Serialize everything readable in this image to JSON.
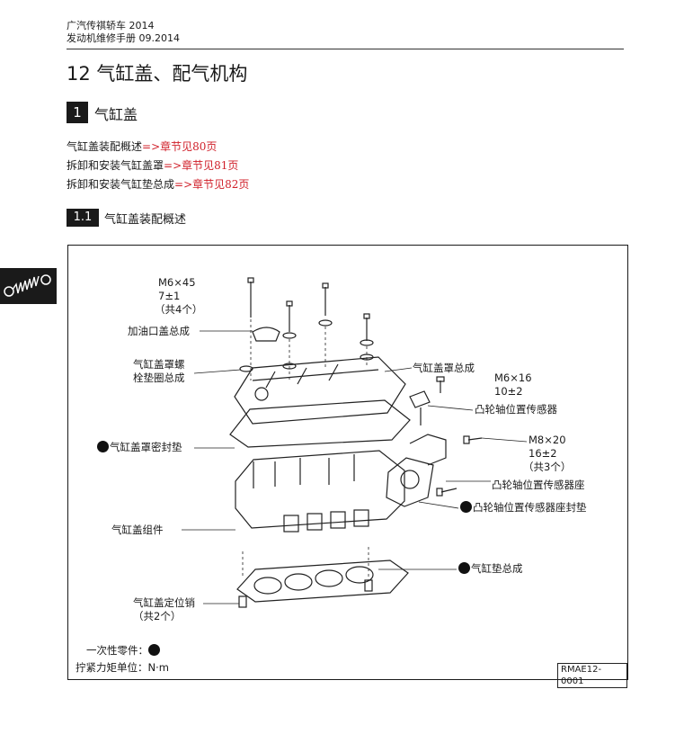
{
  "header": {
    "line1": "广汽传祺轿车 2014",
    "line2": "发动机维修手册 09.2014"
  },
  "chapter_title": "12 气缸盖、配气机构",
  "section": {
    "number": "1",
    "title": "气缸盖"
  },
  "links": [
    {
      "text": "气缸盖装配概述",
      "ref": "=>章节见80页"
    },
    {
      "text": "拆卸和安装气缸盖罩",
      "ref": "=>章节见81页"
    },
    {
      "text": "拆卸和安装气缸垫总成",
      "ref": "=>章节见82页"
    }
  ],
  "subsection": {
    "number": "1.1",
    "title": "气缸盖装配概述"
  },
  "colors": {
    "link_red": "#d0202a",
    "ink": "#1a1a1a"
  },
  "figure": {
    "callouts": {
      "bolt_m6x45_spec": "M6×45",
      "bolt_m6x45_torque": "7±1",
      "bolt_m6x45_qty": "（共4个）",
      "oil_filler_cap": "加油口盖总成",
      "cover_bolt_washer_1": "气缸盖罩螺",
      "cover_bolt_washer_2": "栓垫圈总成",
      "cover_gasket": "气缸盖罩密封垫",
      "head_cover": "气缸盖罩总成",
      "bolt_m6x16_spec": "M6×16",
      "bolt_m6x16_torque": "10±2",
      "cam_sensor": "凸轮轴位置传感器",
      "bolt_m8x20_spec": "M8×20",
      "bolt_m8x20_torque": "16±2",
      "bolt_m8x20_qty": "（共3个）",
      "sensor_seat": "凸轮轴位置传感器座",
      "sensor_seat_gasket": "凸轮轴位置传感器座封垫",
      "head_assembly": "气缸盖组件",
      "head_gasket": "气缸垫总成",
      "dowel_pin": "气缸盖定位销",
      "dowel_pin_qty": "（共2个）"
    },
    "legend_one_time_part": "一次性零件：",
    "legend_torque_unit": "拧紧力矩单位：N·m",
    "figure_code": "RMAE12-0001"
  }
}
